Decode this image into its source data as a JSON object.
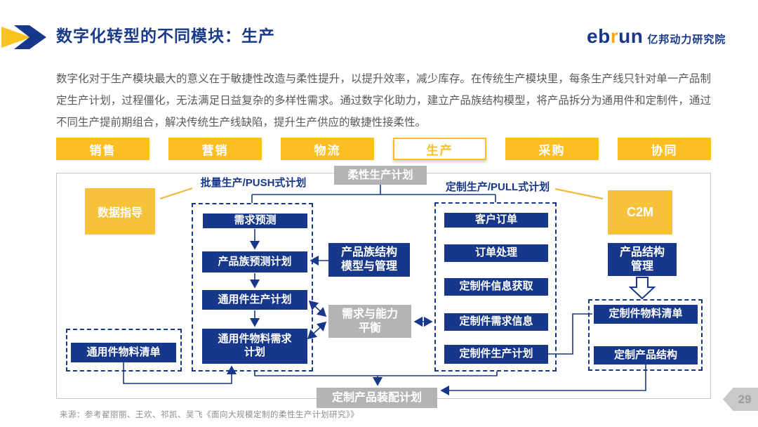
{
  "header": {
    "title": "数字化转型的不同模块：生产",
    "logo": {
      "latin_prefix": "eb",
      "latin_accent": "r",
      "latin_suffix": "un",
      "cn": "亿邦动力研究院"
    }
  },
  "intro": "数字化对于生产模块最大的意义在于敏捷性改造与柔性提升，以提升效率，减少库存。在传统生产模块里，每条生产线只针对单一产品制定生产计划，过程僵化，无法满足日益复杂的多样性需求。通过数字化助力，建立产品族结构模型，将产品拆分为通用件和定制件，通过不同生产提前期组合，解决传统生产线缺陷，提升生产供应的敏捷性接柔性。",
  "tabs": [
    {
      "label": "销售",
      "active": false
    },
    {
      "label": "营销",
      "active": false
    },
    {
      "label": "物流",
      "active": false
    },
    {
      "label": "生产",
      "active": true
    },
    {
      "label": "采购",
      "active": false
    },
    {
      "label": "协同",
      "active": false
    }
  ],
  "diagram": {
    "flexible_plan": "柔性生产计划",
    "push_label": "批量生产/PUSH式计划",
    "pull_label": "定制生产/PULL式计划",
    "data_guide": "数据指导",
    "c2m": "C2M",
    "left": [
      "需求预测",
      "产品族预测计划",
      "通用件生产计划",
      "通用件物料需求\n计划"
    ],
    "mid": {
      "family_structure": "产品族结构\n模型与管理",
      "balance": "需求与能力\n平衡"
    },
    "right": [
      "客户订单",
      "订单处理",
      "定制件信息获取",
      "定制件需求信息",
      "定制件生产计划"
    ],
    "far_right": {
      "structure_mgmt": "产品结构\n管理",
      "custom_bom": "定制件物料清单",
      "custom_structure": "定制产品结构"
    },
    "bottom": {
      "common_bom": "通用件物料清单",
      "assembly_plan": "定制产品装配计划"
    }
  },
  "footer": {
    "source": "来源：参考翟丽丽、王欢、祁凯、吴飞《面向大规模定制的柔性生产计划研究》》",
    "page": "29"
  },
  "colors": {
    "navy": "#17388A",
    "tab_yellow": "#FBBE23",
    "box_yellow": "#F6C13B",
    "gray_box": "#B4B4B4",
    "body_text": "#595959"
  }
}
